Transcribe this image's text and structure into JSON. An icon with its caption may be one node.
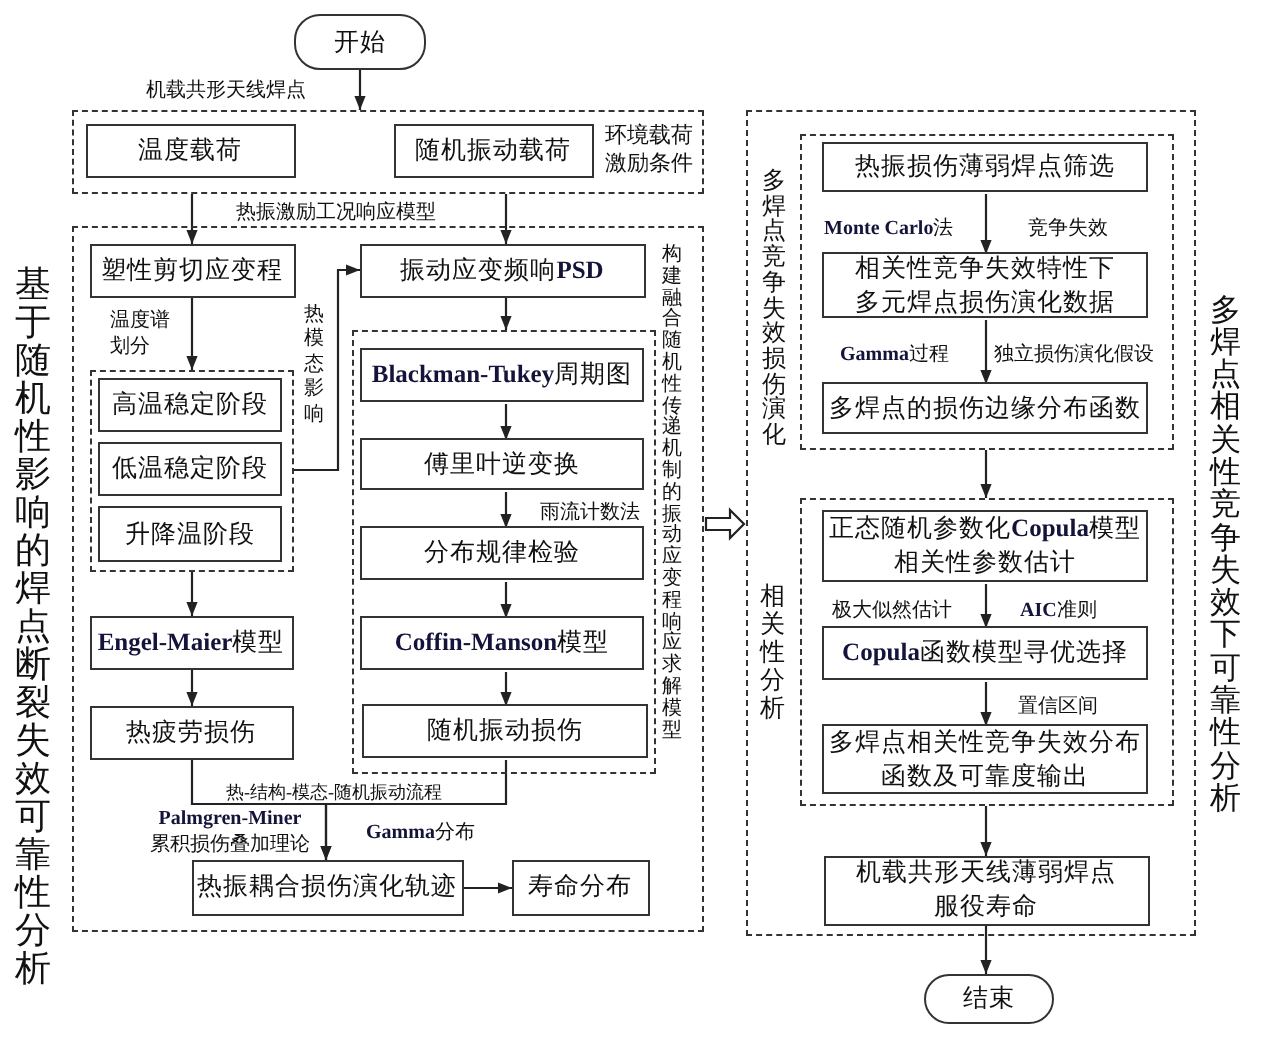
{
  "diagram": {
    "nodes": [
      {
        "text": [
          "开始"
        ]
      },
      {
        "text": [
          "环境载荷激励条件"
        ]
      },
      {
        "text": [
          "温度载荷"
        ],
        "in": 1
      },
      {
        "text": [
          "随机振动载荷"
        ],
        "in": 1
      },
      {
        "text": [
          "基于随机性影响的焊点断裂失效可靠性分析"
        ]
      },
      {
        "text": [
          "塑性剪切应变程"
        ],
        "in": 4
      },
      {
        "text": [],
        "shape": "box",
        "in": 4
      },
      {
        "text": [
          "高温稳定阶段"
        ],
        "in": 6
      },
      {
        "text": [
          "低温稳定阶段"
        ],
        "in": 6
      },
      {
        "text": [
          "升降温阶段"
        ],
        "in": 6
      },
      {
        "text": [
          "**Engel-Maier**模型"
        ],
        "in": 4
      },
      {
        "text": [
          "热疲劳损伤"
        ],
        "in": 4
      },
      {
        "text": [
          "振动应变频响**PSD**"
        ],
        "in": 4
      },
      {
        "text": [
          "构建融合随机性传递机制的振动应变程响应求解模型"
        ],
        "in": 4
      },
      {
        "text": [
          "**Blackman-Tukey**周期图"
        ],
        "in": 13
      },
      {
        "text": [
          "傅里叶逆变换"
        ],
        "in": 13
      },
      {
        "text": [
          "分布规律检验"
        ],
        "in": 13
      },
      {
        "text": [
          "**Coffin-Manson**模型"
        ],
        "in": 13
      },
      {
        "text": [
          "随机振动损伤"
        ],
        "in": 13
      },
      {
        "text": [
          "热振耦合损伤演化轨迹"
        ],
        "in": 4
      },
      {
        "text": [
          "寿命分布"
        ],
        "in": 4
      },
      {
        "text": [
          "多焊点相关性竞争失效下可靠性分析"
        ]
      },
      {
        "text": [
          "多焊点竞争失效损伤演化"
        ],
        "in": 21
      },
      {
        "text": [
          "热振损伤薄弱焊点筛选"
        ],
        "in": 22
      },
      {
        "text": [
          "相关性竞争失效特性下多元焊点损伤演化数据"
        ],
        "in": 22
      },
      {
        "text": [
          "多焊点的损伤边缘分布函数"
        ],
        "in": 22
      },
      {
        "text": [
          "相关性分析"
        ],
        "in": 21
      },
      {
        "text": [
          "正态随机参数化**Copula**模型相关性参数估计"
        ],
        "in": 26
      },
      {
        "text": [
          "**Copula**函数模型寻优选择"
        ],
        "in": 26
      },
      {
        "text": [
          "多焊点相关性竞争失效分布函数及可靠度输出"
        ],
        "in": 26
      },
      {
        "text": [
          "机载共形天线薄弱焊点服役寿命"
        ],
        "in": 21
      },
      {
        "text": [
          "结束"
        ]
      }
    ],
    "edges": [
      {
        "from": 0,
        "to": 1,
        "arrow": "to"
      },
      {
        "from": 1,
        "to": 5,
        "arrow": "to"
      },
      {
        "from": 1,
        "to": 12,
        "arrow": "to"
      },
      {
        "from": 5,
        "to": 6,
        "arrow": "to"
      },
      {
        "from": 6,
        "to": 12,
        "arrow": "to"
      },
      {
        "from": 6,
        "to": 10,
        "arrow": "to"
      },
      {
        "from": 10,
        "to": 11,
        "arrow": "to"
      },
      {
        "from": 12,
        "to": 13,
        "arrow": "to"
      },
      {
        "from": 14,
        "to": 15,
        "arrow": "to"
      },
      {
        "from": 15,
        "to": 16,
        "arrow": "to"
      },
      {
        "from": 16,
        "to": 17,
        "arrow": "to"
      },
      {
        "from": 17,
        "to": 18,
        "arrow": "to"
      },
      {
        "from": 11,
        "to": 19,
        "arrow": "to"
      },
      {
        "from": 18,
        "to": 19,
        "arrow": "to"
      },
      {
        "from": 19,
        "to": 20,
        "arrow": "to"
      },
      {
        "from": 4,
        "to": 21,
        "arrow": "to"
      },
      {
        "from": 23,
        "to": 24,
        "arrow": "to"
      },
      {
        "from": 24,
        "to": 25,
        "arrow": "to"
      },
      {
        "from": 22,
        "to": 26,
        "arrow": "to"
      },
      {
        "from": 27,
        "to": 28,
        "arrow": "to"
      },
      {
        "from": 28,
        "to": 29,
        "arrow": "to"
      },
      {
        "from": 26,
        "to": 30,
        "arrow": "to"
      },
      {
        "from": 30,
        "to": 31,
        "arrow": "to"
      }
    ],
    "labels": [
      "机载共形天线焊点",
      "热振激励工况响应模型",
      "温度谱划分",
      "热模态影响",
      "雨流计数法",
      "热-结构-模态-随机振动流程",
      "**Palmgren-Miner** 累积损伤叠加理论",
      "**Gamma**分布",
      "**Monte Carlo**法",
      "竞争失效",
      "**Gamma**过程",
      "独立损伤演化假设",
      "极大似然估计",
      "**AIC**准则",
      "置信区间"
    ]
  }
}
